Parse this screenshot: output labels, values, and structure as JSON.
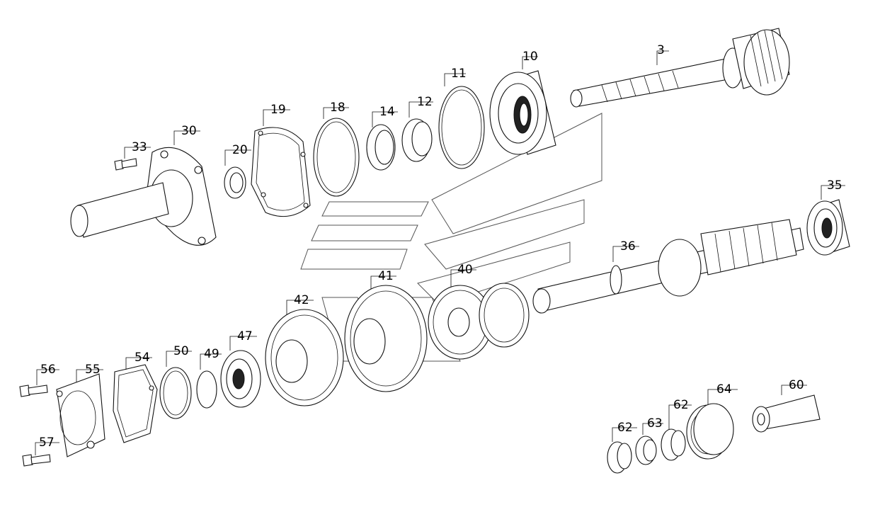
{
  "parts": [
    {
      "id": "3",
      "label": "3"
    },
    {
      "id": "10",
      "label": "10"
    },
    {
      "id": "11",
      "label": "11"
    },
    {
      "id": "12",
      "label": "12"
    },
    {
      "id": "14",
      "label": "14"
    },
    {
      "id": "18",
      "label": "18"
    },
    {
      "id": "19",
      "label": "19"
    },
    {
      "id": "20",
      "label": "20"
    },
    {
      "id": "30",
      "label": "30"
    },
    {
      "id": "33",
      "label": "33"
    },
    {
      "id": "35",
      "label": "35"
    },
    {
      "id": "36",
      "label": "36"
    },
    {
      "id": "40",
      "label": "40"
    },
    {
      "id": "41",
      "label": "41"
    },
    {
      "id": "42",
      "label": "42"
    },
    {
      "id": "47",
      "label": "47"
    },
    {
      "id": "49",
      "label": "49"
    },
    {
      "id": "50",
      "label": "50"
    },
    {
      "id": "54",
      "label": "54"
    },
    {
      "id": "55",
      "label": "55"
    },
    {
      "id": "56",
      "label": "56"
    },
    {
      "id": "57",
      "label": "57"
    },
    {
      "id": "60",
      "label": "60"
    },
    {
      "id": "62a",
      "label": "62"
    },
    {
      "id": "62b",
      "label": "62"
    },
    {
      "id": "63",
      "label": "63"
    },
    {
      "id": "64",
      "label": "64"
    }
  ]
}
